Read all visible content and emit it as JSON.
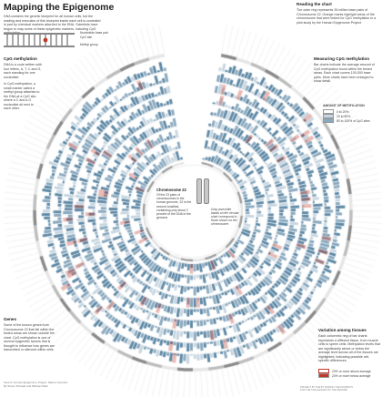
{
  "title": "Mapping the Epigenome",
  "intro": "DNA contains the genetic blueprint for all human cells, but the reading and execution of this blueprint inside each cell is controlled in part by chemical markers attached to the DNA. Scientists have begun to map some of these epigenetic markers, including CpG methylation.",
  "dna_labels": [
    "Nucleotide base pair",
    "CpG site",
    "Methyl group"
  ],
  "cpg_heading": "CpG methylation",
  "cpg_text_1": "DNA is a code written with four letters, A, T, C and G, each standing for one nucleotide.",
  "cpg_text_2": "In CpG methylation, a small marker called a methyl group attaches to the DNA at a CpG site, where a C and a G nucleotide sit next to each other.",
  "reading_heading": "Reading the chart",
  "reading_text": "The outer ring represents 35 million base pairs of Chromosome 22. Orange marks highlight areas of the chromosome that were tested for CpG methylation in a pilot study by the Human Epigenome Project.",
  "measuring_heading": "Measuring CpG methylation",
  "measuring_text": "Bar charts indicate the average amount of CpG methylation found within the tested areas. Each chart covers 100,000 base pairs. More charts have been enlarged to show detail.",
  "amount_heading": "AMOUNT OF METHYLATION",
  "amount_legend": [
    "0 to 20%",
    "20 to 80%",
    "80 to 100% of CpG sites"
  ],
  "chromosome_heading": "Chromosome 22",
  "chromosome_text": "Of the 23 pairs of chromosomes in the human genome, 22 is the second smallest, containing only about 2 percent of the DNA in the genome.",
  "bands_text": "Gray and white bands on the circular chart correspond to those shown on the chromosome.",
  "genes_heading": "Genes",
  "genes_text": "Some of the known genes from Chromosome 22 that fall within the tested areas are shown outside the chart. CpG methylation is one of several epigenetic factors that is thought to influence how genes are transcribed or silenced within cells.",
  "variation_heading": "Variation among tissues",
  "variation_text": "Each concentric ring of bar charts represents a different tissue, from muscle cells to sperm cells. Methylation levels that are significantly above or below the average level across all of the tissues are highlighted, indicating possible cell-specific differences.",
  "variation_legend": [
    "20% or more above average",
    "20% or more below average"
  ],
  "credits_left": "Source: Human Epigenome Project; Nature Genetics\nBy Simon Schwab and Michael Weis",
  "credits_right": "PROJECT BY THE BY FINDING THE PATHWAYS\nFOR THE CHALLENGES OF THE GENOME",
  "colors": {
    "bar": "#8aa9bf",
    "bar_dark": "#5f89a6",
    "highlight": "#c0392b",
    "ring_gray": "#bdbdbd",
    "accent": "#e08a2e"
  }
}
